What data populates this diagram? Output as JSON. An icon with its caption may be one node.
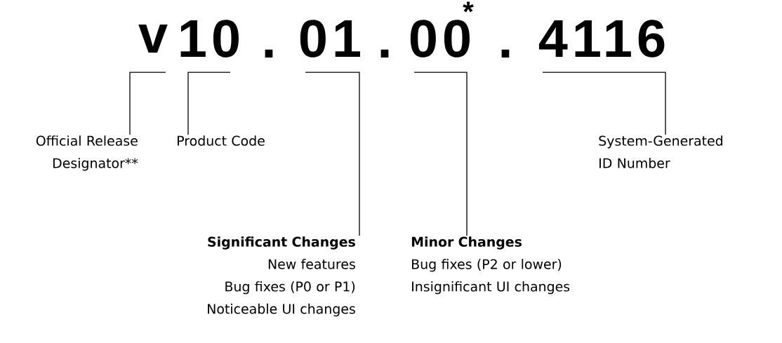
{
  "diagram": {
    "nodes": [
      {
        "text": [
          "v"
        ]
      },
      {
        "text": [
          "10"
        ]
      },
      {
        "text": [
          "01"
        ]
      },
      {
        "text": [
          "00"
        ]
      },
      {
        "text": [
          "4116"
        ]
      },
      {
        "text": [
          "Official Release Designator**"
        ]
      },
      {
        "text": [
          "Product Code"
        ]
      },
      {
        "text": [
          "Significant Changes",
          "New features",
          "Bug fixes (P0 or P1)",
          "Noticeable UI changes"
        ]
      },
      {
        "text": [
          "Minor Changes",
          "Bug fixes (P2 or lower)",
          "Insignificant UI changes"
        ]
      },
      {
        "text": [
          "System-Generated ID Number"
        ]
      }
    ],
    "edges": [
      {
        "from": 5,
        "to": 0,
        "arrow": "none"
      },
      {
        "from": 6,
        "to": 1,
        "arrow": "none"
      },
      {
        "from": 7,
        "to": 2,
        "arrow": "none"
      },
      {
        "from": 8,
        "to": 3,
        "arrow": "none"
      },
      {
        "from": 9,
        "to": 4,
        "arrow": "none"
      }
    ],
    "labels": [
      ".",
      ".",
      "*",
      "."
    ]
  }
}
